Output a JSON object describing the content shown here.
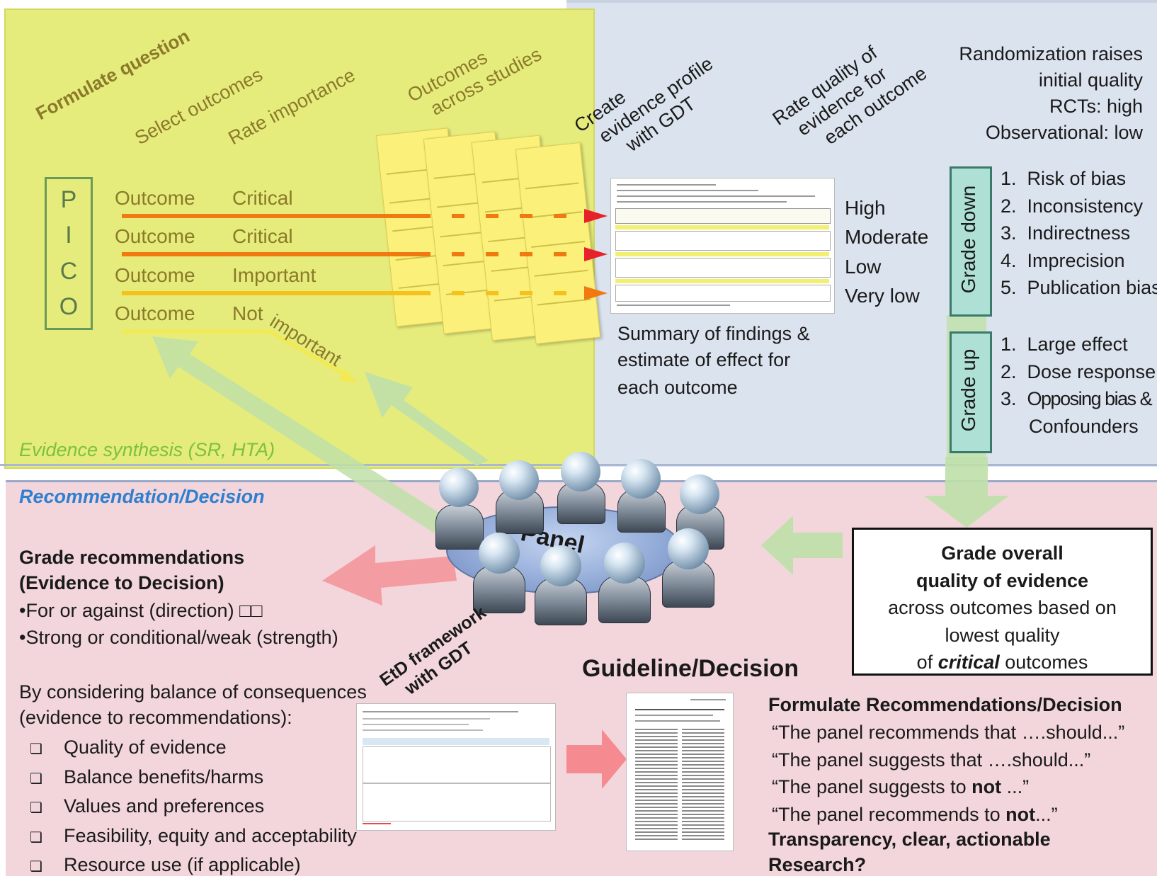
{
  "synthesis": {
    "label": "Evidence synthesis (SR, HTA)",
    "headers": {
      "formulate": "Formulate  question",
      "select": "Select  outcomes",
      "rate_importance": "Rate  importance",
      "outcomes_across": [
        "Outcomes",
        "across studies"
      ]
    },
    "pico": [
      "P",
      "I",
      "C",
      "O"
    ],
    "outcomes": [
      {
        "name": "Outcome",
        "importance": "Critical"
      },
      {
        "name": "Outcome",
        "importance": "Critical"
      },
      {
        "name": "Outcome",
        "importance": "Important"
      },
      {
        "name": "Outcome",
        "importance": "Not"
      }
    ],
    "not_important_tail": "important"
  },
  "profile": {
    "create": [
      "Create",
      "evidence profile",
      "with GDT"
    ],
    "rate_quality": [
      "Rate quality of",
      "evidence for",
      "each outcome"
    ],
    "levels": [
      "High",
      "Moderate",
      "Low",
      "Very low"
    ],
    "summary": [
      "Summary of findings &",
      "estimate of effect for",
      "each outcome"
    ]
  },
  "grading": {
    "randomization": [
      "Randomization raises",
      "initial quality",
      "RCTs: high",
      "Observational: low"
    ],
    "grade_down_label": "Grade  down",
    "grade_down_items": [
      "Risk of bias",
      "Inconsistency",
      "Indirectness",
      "Imprecision",
      "Publication bias"
    ],
    "grade_up_label": "Grade  up",
    "grade_up_items": [
      "Large effect",
      "Dose  response",
      "Opposing bias &",
      "Confounders"
    ]
  },
  "overall": {
    "line1": "Grade overall",
    "line2": "quality  of  evidence",
    "line3": "across outcomes based on",
    "line4": "lowest quality",
    "line5_pre": "of ",
    "line5_em": "critical",
    "line5_post": " outcomes"
  },
  "recommendation": {
    "label": "Recommendation/Decision",
    "title1": "Grade recommendations",
    "title2": "(Evidence to Decision)",
    "bullets": [
      "For or against (direction) □□",
      "Strong or conditional/weak (strength)"
    ],
    "considering1": "By considering balance of consequences",
    "considering2": "(evidence to recommendations):",
    "checklist": [
      "Quality of evidence",
      "Balance benefits/harms",
      "Values and preferences",
      "Feasibility, equity and acceptability",
      "Resource use (if applicable)"
    ],
    "checkbox_glyph": "❏"
  },
  "panel": {
    "label": "Panel",
    "etd": [
      "EtD framework",
      "with GDT"
    ]
  },
  "guideline": {
    "title": "Guideline/Decision",
    "formulate": "Formulate Recommendations/Decision",
    "quotes": [
      {
        "pre": "“The panel recommends that ….should...”",
        "bold": "",
        "post": ""
      },
      {
        "pre": "“The panel suggests that ….should...”",
        "bold": "",
        "post": ""
      },
      {
        "pre": "“The panel suggests to ",
        "bold": "not",
        "post": " ...”"
      },
      {
        "pre": "“The panel recommends to ",
        "bold": "not",
        "post": "...”"
      }
    ],
    "transparency": "Transparency, clear, actionable",
    "research": "Research?"
  },
  "colors": {
    "synthesis_bg": "#e8ee7a",
    "profile_bg": "#dbe3ee",
    "recommendation_bg": "#f2d6db",
    "critical_line": "#f07a10",
    "important_line": "#f5c21c",
    "not_important_line": "#f2ea50",
    "red_arrow": "#e8202a",
    "grade_box": "#aee0d6",
    "green_arrow": "#a8d98a"
  }
}
